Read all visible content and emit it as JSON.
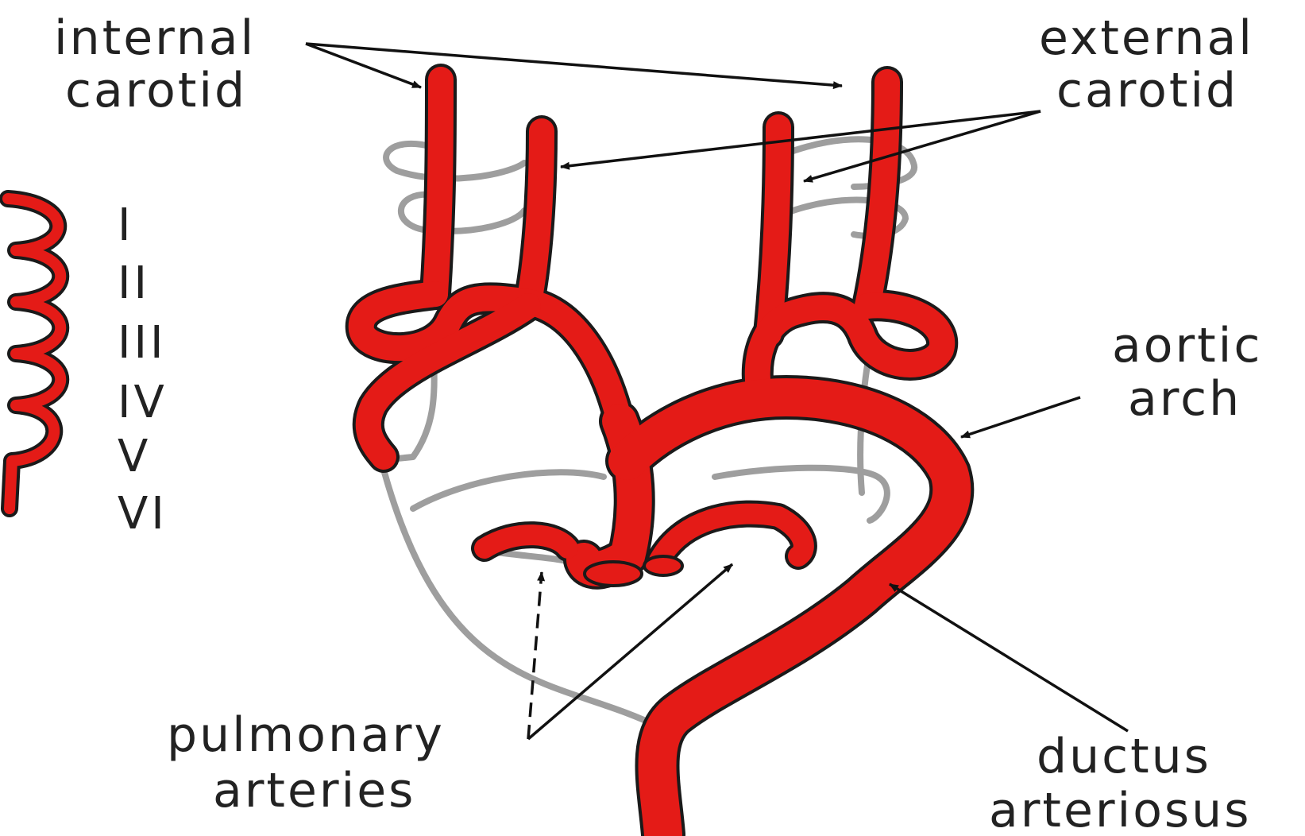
{
  "labels": {
    "internal_carotid": [
      "internal",
      "carotid"
    ],
    "external_carotid": [
      "external",
      "carotid"
    ],
    "aortic_arch": [
      "aortic",
      "arch"
    ],
    "pulmonary_arteries": [
      "pulmonary",
      "arteries"
    ],
    "ductus_arteriosus": [
      "ductus",
      "arteriosus"
    ]
  },
  "arch_numerals": [
    "I",
    "II",
    "III",
    "IV",
    "V",
    "VI"
  ],
  "colors": {
    "vessel": "#e41b17",
    "outline": "#1a1a1a",
    "regressed_vessel": "#9e9e9e",
    "text": "#222222",
    "background": "#ffffff"
  }
}
